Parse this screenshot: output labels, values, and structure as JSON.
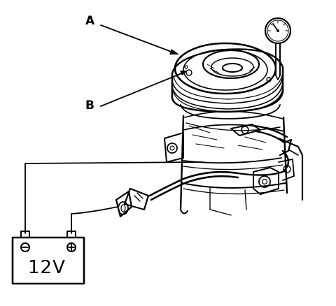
{
  "labels": {
    "a": "A",
    "b": "B",
    "battery": "12V"
  },
  "icons": {
    "battery_negative": "minus-icon",
    "battery_positive": "plus-icon",
    "gauge": "dial-gauge-icon"
  }
}
